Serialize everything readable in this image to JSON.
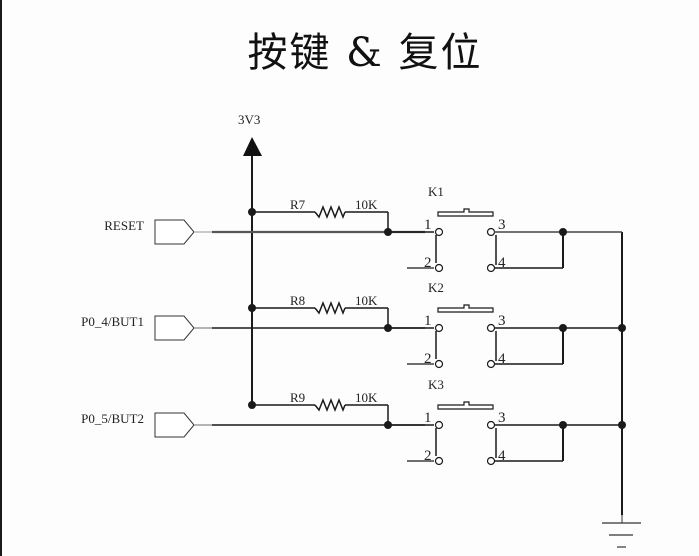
{
  "title": "按键 & 复位",
  "power": {
    "label": "3V3"
  },
  "ground": {
    "label": "GND"
  },
  "rows": [
    {
      "net": "RESET",
      "resistor": {
        "ref": "R7",
        "value": "10K"
      },
      "switch": {
        "ref": "K1",
        "pins": [
          "1",
          "2",
          "3",
          "4"
        ]
      }
    },
    {
      "net": "P0_4/BUT1",
      "resistor": {
        "ref": "R8",
        "value": "10K"
      },
      "switch": {
        "ref": "K2",
        "pins": [
          "1",
          "2",
          "3",
          "4"
        ]
      }
    },
    {
      "net": "P0_5/BUT2",
      "resistor": {
        "ref": "R9",
        "value": "10K"
      },
      "switch": {
        "ref": "K3",
        "pins": [
          "1",
          "2",
          "3",
          "4"
        ]
      }
    }
  ],
  "colors": {
    "wire": "#1a1a1a",
    "background": "#fdfdfd",
    "net_wire_reset": "#555555"
  }
}
